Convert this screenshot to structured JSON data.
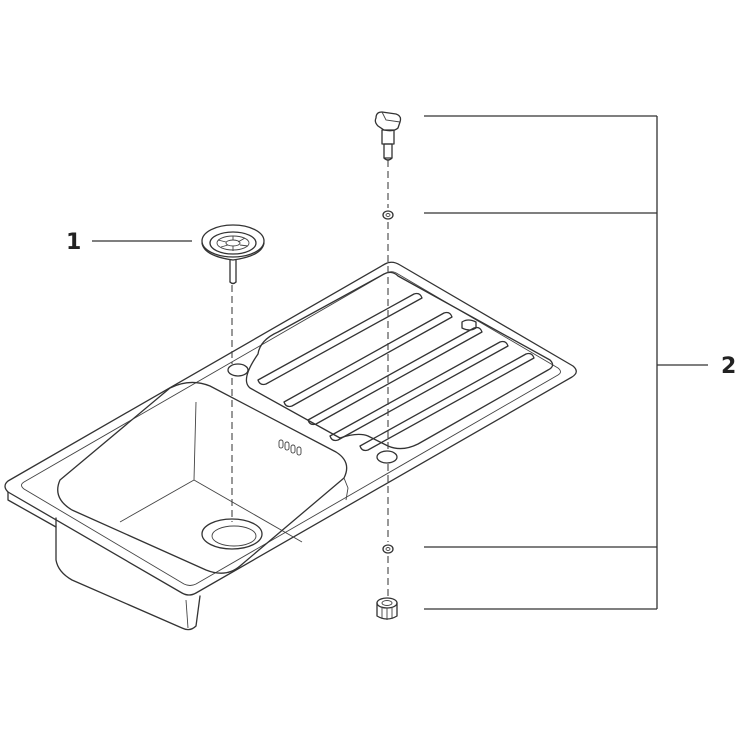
{
  "callouts": [
    {
      "id": "1",
      "label": "1"
    },
    {
      "id": "2",
      "label": "2"
    }
  ],
  "icons": {
    "basket-strainer": "basket-strainer-icon",
    "drain-plug": "drain-plug-icon",
    "washer": "washer-icon",
    "nut": "nut-icon"
  },
  "colors": {
    "line": "#333333",
    "background": "#ffffff"
  }
}
